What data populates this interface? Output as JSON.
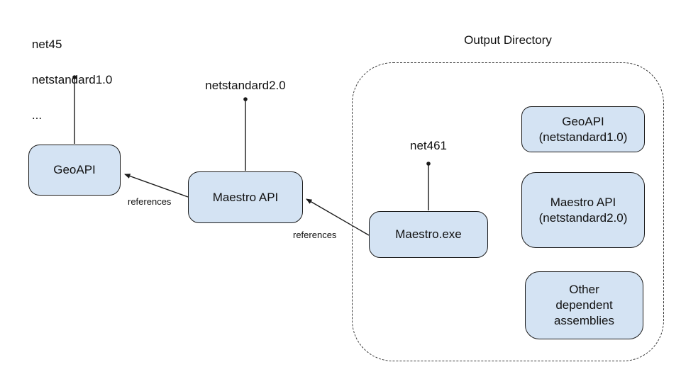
{
  "title": "Output Directory dependency diagram",
  "nodes": {
    "geoapi": {
      "label": "GeoAPI",
      "frameworks": [
        "net45",
        "netstandard1.0",
        "..."
      ]
    },
    "maestro_api": {
      "label": "Maestro API",
      "framework": "netstandard2.0"
    },
    "maestro_exe": {
      "label": "Maestro.exe",
      "framework": "net461"
    }
  },
  "edges": [
    {
      "from": "maestro_api",
      "to": "geoapi",
      "label": "references"
    },
    {
      "from": "maestro_exe",
      "to": "maestro_api",
      "label": "references"
    }
  ],
  "output_directory": {
    "title": "Output Directory",
    "boxes": [
      {
        "lines": [
          "GeoAPI",
          "(netstandard1.0)"
        ]
      },
      {
        "lines": [
          "Maestro API",
          "(netstandard2.0)"
        ]
      },
      {
        "lines": [
          "Other",
          "dependent",
          "assemblies"
        ]
      }
    ]
  },
  "colors": {
    "box_fill": "#d4e3f3",
    "box_border": "#1a1a1a",
    "connector": "#1a1a1a",
    "dashed_border": "#3a3a3a",
    "background": "#ffffff"
  }
}
